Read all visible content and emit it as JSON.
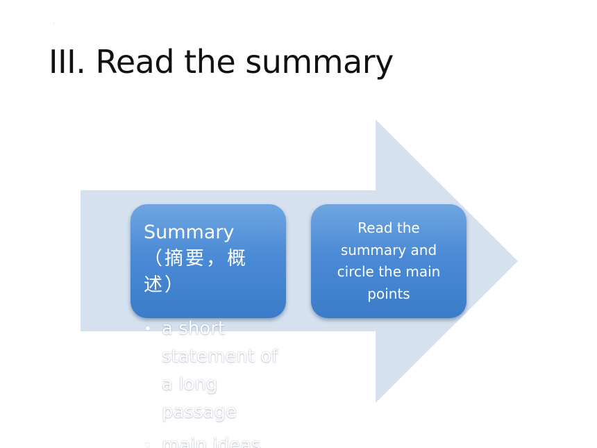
{
  "slide": {
    "marker": ".",
    "title": "III. Read the summary"
  },
  "diagram": {
    "left_box": {
      "heading": "Summary",
      "heading_zh": "（摘要，概述）",
      "bullets": [
        "a short statement of a long passage",
        "main ideas"
      ]
    },
    "right_box": {
      "text": "Read the summary and circle the main points"
    }
  },
  "colors": {
    "arrow": "#d6e1f0",
    "box": "#4a8ad6",
    "title": "#111111"
  }
}
